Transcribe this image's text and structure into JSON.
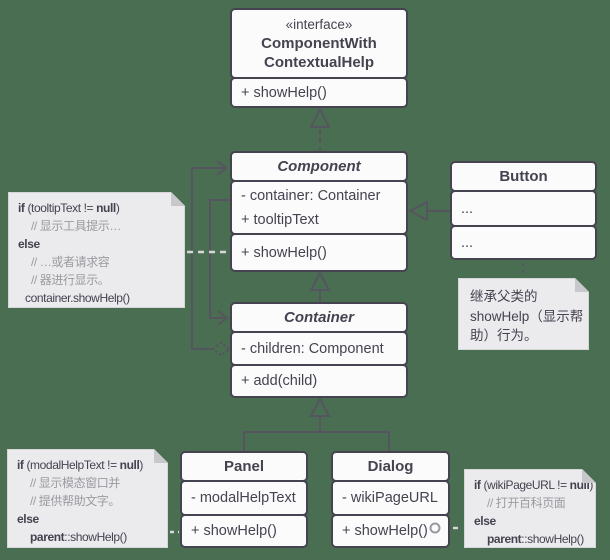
{
  "colors": {
    "background": "#4a6e52",
    "box_fill": "#fbfbfb",
    "box_border": "#454350",
    "note_fill": "#ebeaec",
    "line_dark": "#56545e",
    "line_light": "#d8d7da",
    "comment_gray": "#9c9aa0"
  },
  "classes": {
    "interface": {
      "stereotype": "«interface»",
      "name1": "ComponentWith",
      "name2": "ContextualHelp",
      "method": "+ showHelp()"
    },
    "component": {
      "name": "Component",
      "attr1": "- container: Container",
      "attr2": "+ tooltipText",
      "method": "+ showHelp()"
    },
    "button": {
      "name": "Button",
      "row1": "...",
      "row2": "..."
    },
    "container": {
      "name": "Container",
      "attr": "- children: Component",
      "method": "+ add(child)"
    },
    "panel": {
      "name": "Panel",
      "attr": "- modalHelpText",
      "method": "+ showHelp()"
    },
    "dialog": {
      "name": "Dialog",
      "attr": "- wikiPageURL",
      "method": "+ showHelp()"
    }
  },
  "notes": {
    "tooltip": {
      "l1a": "if",
      "l1b": " (tooltipText != ",
      "l1c": "null",
      "l1d": ")",
      "l2": "// 显示工具提示…",
      "l3": "else",
      "l4": "// …或者请求容",
      "l5": "// 器进行显示。",
      "l6": "container.showHelp()"
    },
    "button_note": {
      "l1": "继承父类的",
      "l2": "showHelp（显示帮",
      "l3": "助）行为。"
    },
    "modal": {
      "l1a": "if",
      "l1b": " (modalHelpText != ",
      "l1c": "null",
      "l1d": ")",
      "l2": "// 显示模态窗口并",
      "l3": "// 提供帮助文字。",
      "l4": "else",
      "l5a": "parent",
      "l5b": "::showHelp()"
    },
    "wiki": {
      "l1a": "if",
      "l1b": " (wikiPageURL != ",
      "l1c": "null",
      "l1d": ")",
      "l2": "// 打开百科页面",
      "l3": "else",
      "l4a": "parent",
      "l4b": "::showHelp()"
    }
  }
}
